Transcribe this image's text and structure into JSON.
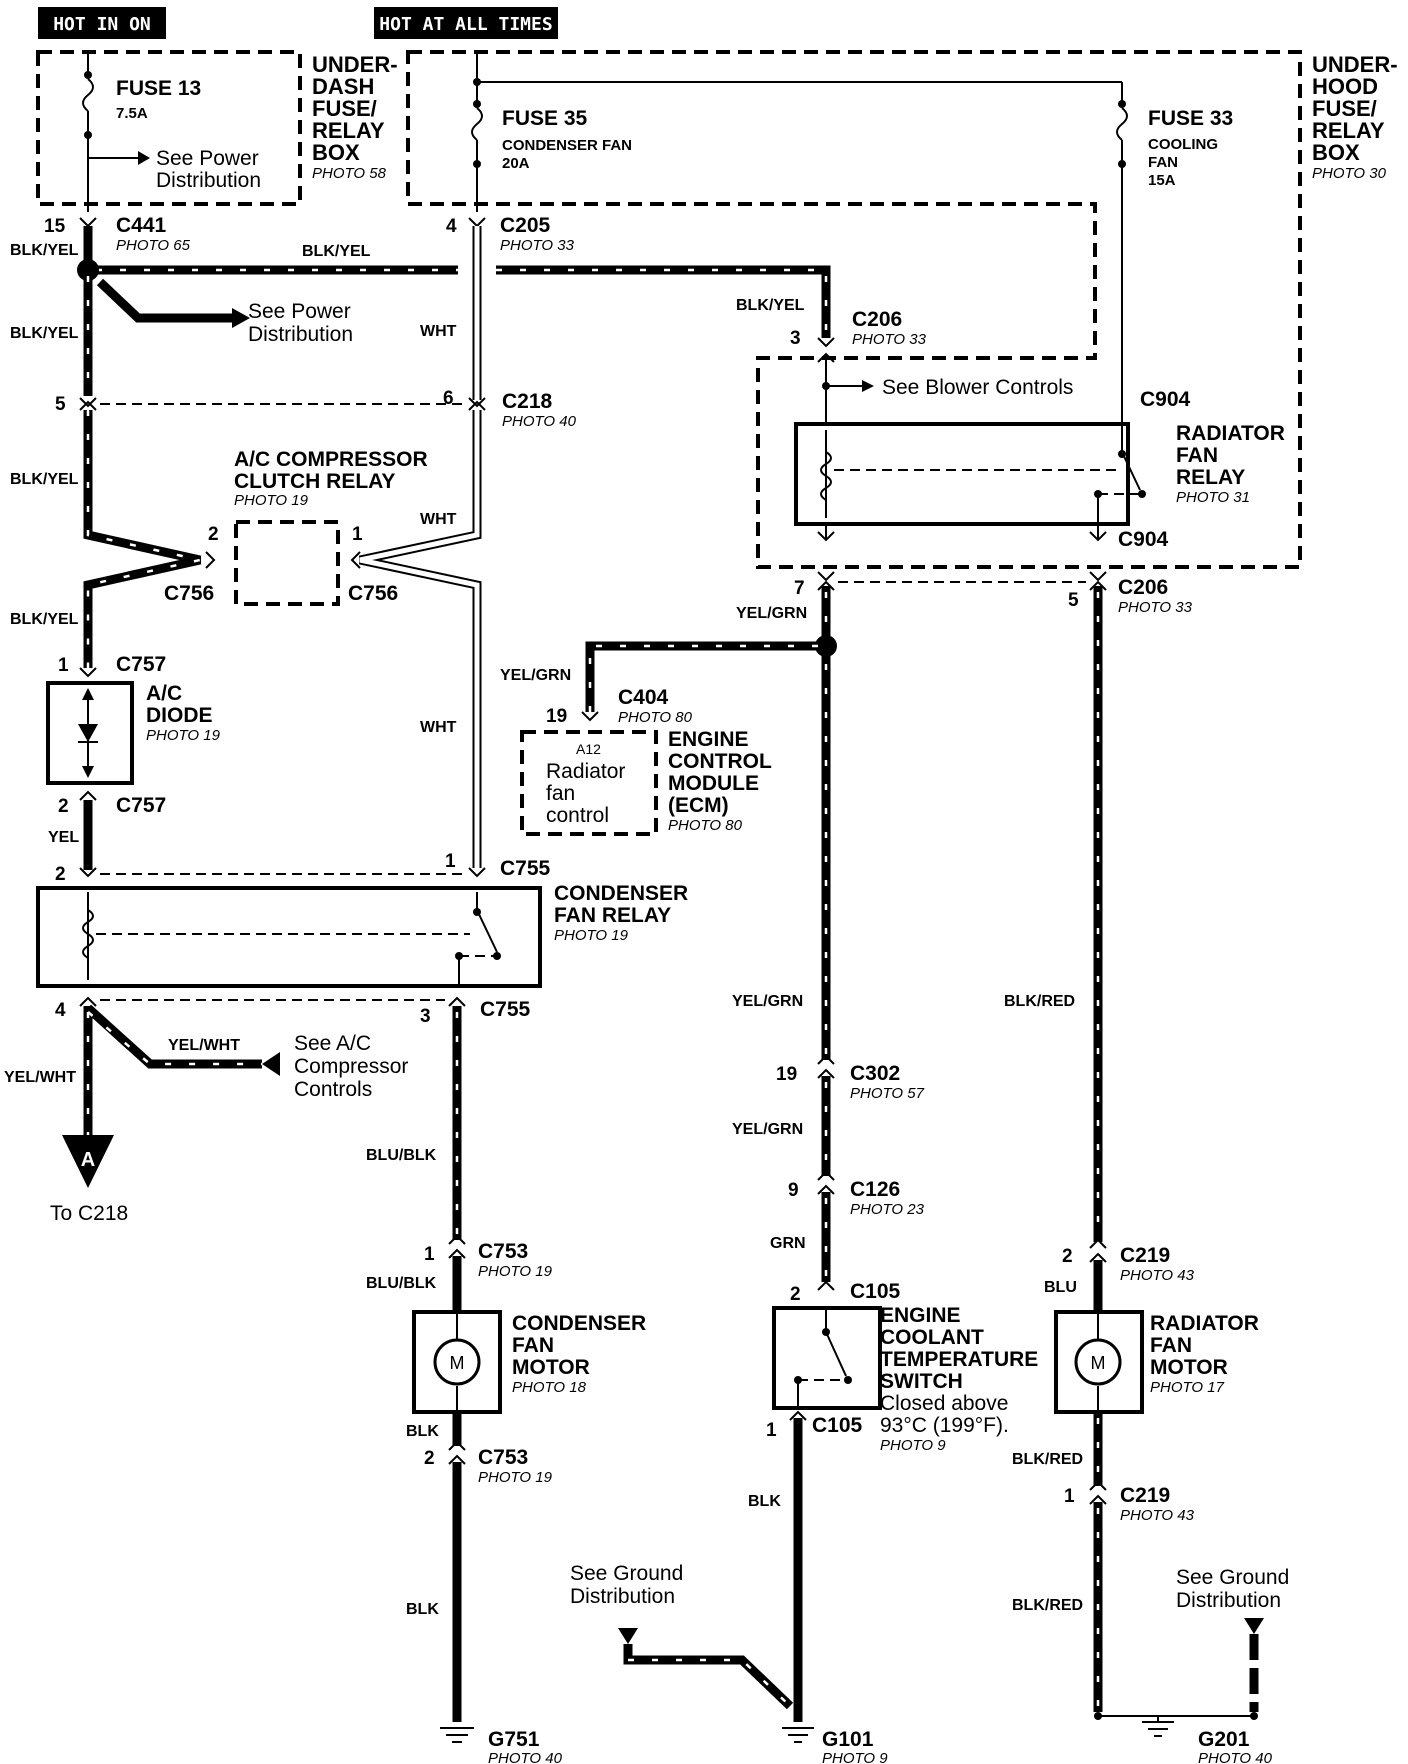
{
  "headers": {
    "hot_in_on": "HOT IN ON",
    "hot_at_all_times": "HOT AT ALL TIMES"
  },
  "underdash_box": {
    "l1": "UNDER-",
    "l2": "DASH",
    "l3": "FUSE/",
    "l4": "RELAY",
    "l5": "BOX",
    "photo": "PHOTO 58"
  },
  "underhood_box": {
    "l1": "UNDER-",
    "l2": "HOOD",
    "l3": "FUSE/",
    "l4": "RELAY",
    "l5": "BOX",
    "photo": "PHOTO 30"
  },
  "fuse13": {
    "name": "FUSE 13",
    "rating": "7.5A",
    "see1": "See Power",
    "see2": "Distribution"
  },
  "fuse35": {
    "name": "FUSE 35",
    "desc": "CONDENSER FAN",
    "rating": "20A"
  },
  "fuse33": {
    "name": "FUSE 33",
    "d1": "COOLING",
    "d2": "FAN",
    "rating": "15A"
  },
  "connectors": {
    "c441": {
      "name": "C441",
      "photo": "PHOTO 65",
      "pin": "15"
    },
    "c205": {
      "name": "C205",
      "photo": "PHOTO 33",
      "pin": "4"
    },
    "c206a": {
      "name": "C206",
      "photo": "PHOTO 33",
      "pin": "3"
    },
    "c218": {
      "name": "C218",
      "photo": "PHOTO 40",
      "pin_left": "5",
      "pin_right": "6"
    },
    "c904a": {
      "name": "C904"
    },
    "c904b": {
      "name": "C904"
    },
    "c206b": {
      "name": "C206",
      "photo": "PHOTO 33",
      "pin_left": "7",
      "pin_right": "5"
    },
    "c756l": {
      "name": "C756",
      "pin": "2"
    },
    "c756r": {
      "name": "C756",
      "pin": "1"
    },
    "c757a": {
      "name": "C757",
      "pin": "1"
    },
    "c757b": {
      "name": "C757",
      "pin": "2"
    },
    "c404": {
      "name": "C404",
      "photo": "PHOTO 80",
      "pin": "19"
    },
    "c755a": {
      "name": "C755",
      "pin_left": "2",
      "pin_right": "1"
    },
    "c755b": {
      "name": "C755",
      "pin_left": "4",
      "pin_right": "3"
    },
    "c302": {
      "name": "C302",
      "photo": "PHOTO 57",
      "pin": "19"
    },
    "c126": {
      "name": "C126",
      "photo": "PHOTO 23",
      "pin": "9"
    },
    "c105a": {
      "name": "C105",
      "pin": "2"
    },
    "c105b": {
      "name": "C105",
      "pin": "1"
    },
    "c753a": {
      "name": "C753",
      "photo": "PHOTO 19",
      "pin": "1"
    },
    "c753b": {
      "name": "C753",
      "photo": "PHOTO 19",
      "pin": "2"
    },
    "c219a": {
      "name": "C219",
      "photo": "PHOTO 43",
      "pin": "2"
    },
    "c219b": {
      "name": "C219",
      "photo": "PHOTO 43",
      "pin": "1"
    }
  },
  "wires": {
    "blk_yel": "BLK/YEL",
    "wht": "WHT",
    "yel": "YEL",
    "yel_grn": "YEL/GRN",
    "yel_wht": "YEL/WHT",
    "blu_blk": "BLU/BLK",
    "blk": "BLK",
    "grn": "GRN",
    "blu": "BLU",
    "blk_red": "BLK/RED"
  },
  "components": {
    "ac_relay": {
      "l1": "A/C COMPRESSOR",
      "l2": "CLUTCH RELAY",
      "photo": "PHOTO 19"
    },
    "ac_diode": {
      "l1": "A/C",
      "l2": "DIODE",
      "photo": "PHOTO 19"
    },
    "ecm": {
      "l1": "ENGINE",
      "l2": "CONTROL",
      "l3": "MODULE",
      "l4": "(ECM)",
      "photo": "PHOTO 80",
      "pin_id": "A12",
      "f1": "Radiator",
      "f2": "fan",
      "f3": "control"
    },
    "cond_relay": {
      "l1": "CONDENSER",
      "l2": "FAN RELAY",
      "photo": "PHOTO 19"
    },
    "rad_relay": {
      "l1": "RADIATOR",
      "l2": "FAN",
      "l3": "RELAY",
      "photo": "PHOTO 31"
    },
    "cond_motor": {
      "l1": "CONDENSER",
      "l2": "FAN",
      "l3": "MOTOR",
      "photo": "PHOTO 18",
      "symbol": "M"
    },
    "rad_motor": {
      "l1": "RADIATOR",
      "l2": "FAN",
      "l3": "MOTOR",
      "photo": "PHOTO 17",
      "symbol": "M"
    },
    "ect_switch": {
      "l1": "ENGINE",
      "l2": "COOLANT",
      "l3": "TEMPERATURE",
      "l4": "SWITCH",
      "c1": "Closed above",
      "c2": "93°C (199°F).",
      "photo": "PHOTO 9"
    }
  },
  "references": {
    "power_dist": {
      "l1": "See Power",
      "l2": "Distribution"
    },
    "blower": "See Blower Controls",
    "ac_comp": {
      "l1": "See A/C",
      "l2": "Compressor",
      "l3": "Controls"
    },
    "to_c218": "To C218",
    "off_page": "A",
    "ground1": {
      "l1": "See Ground",
      "l2": "Distribution"
    },
    "ground2": {
      "l1": "See Ground",
      "l2": "Distribution"
    }
  },
  "grounds": {
    "g751": {
      "name": "G751",
      "photo": "PHOTO 40"
    },
    "g101": {
      "name": "G101",
      "photo": "PHOTO 9"
    },
    "g201": {
      "name": "G201",
      "photo": "PHOTO 40"
    }
  }
}
